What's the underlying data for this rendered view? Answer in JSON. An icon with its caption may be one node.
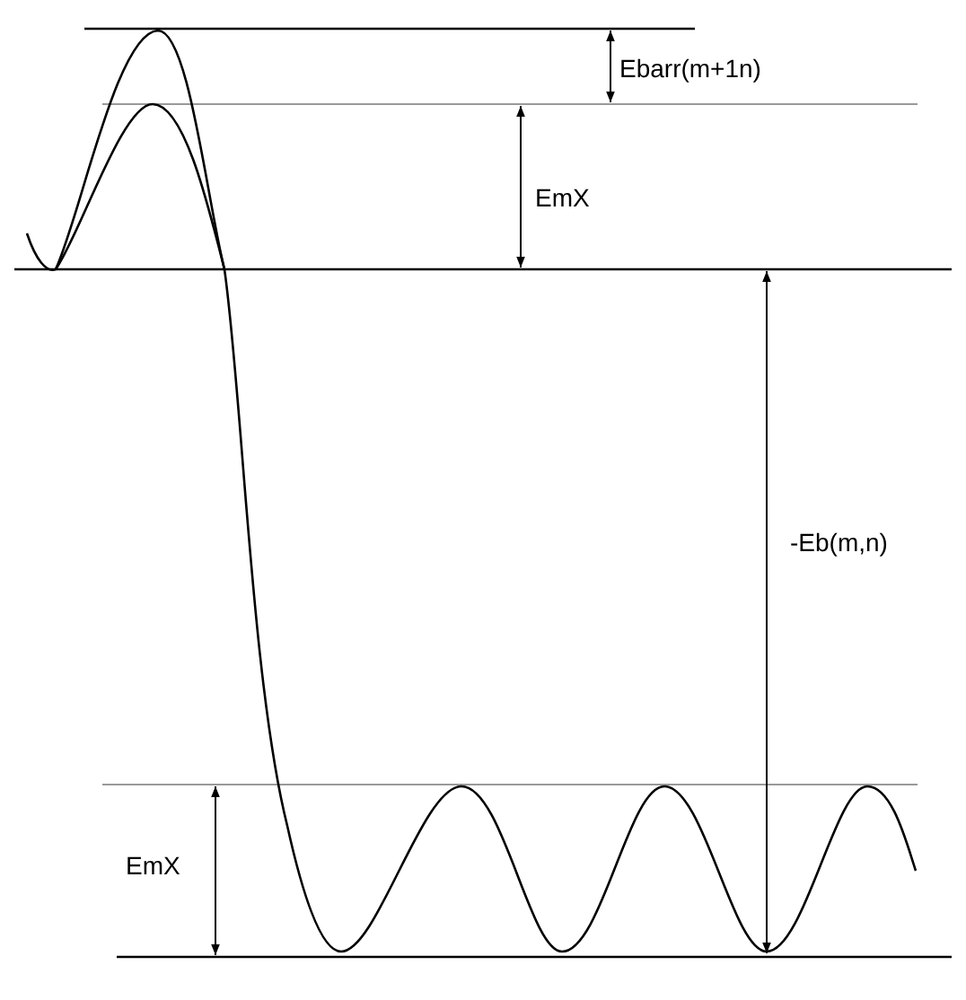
{
  "diagram": {
    "labels": [
      "Ebarr(m+1n)",
      "EmX",
      "-Eb(m,n)",
      "EmX"
    ]
  }
}
